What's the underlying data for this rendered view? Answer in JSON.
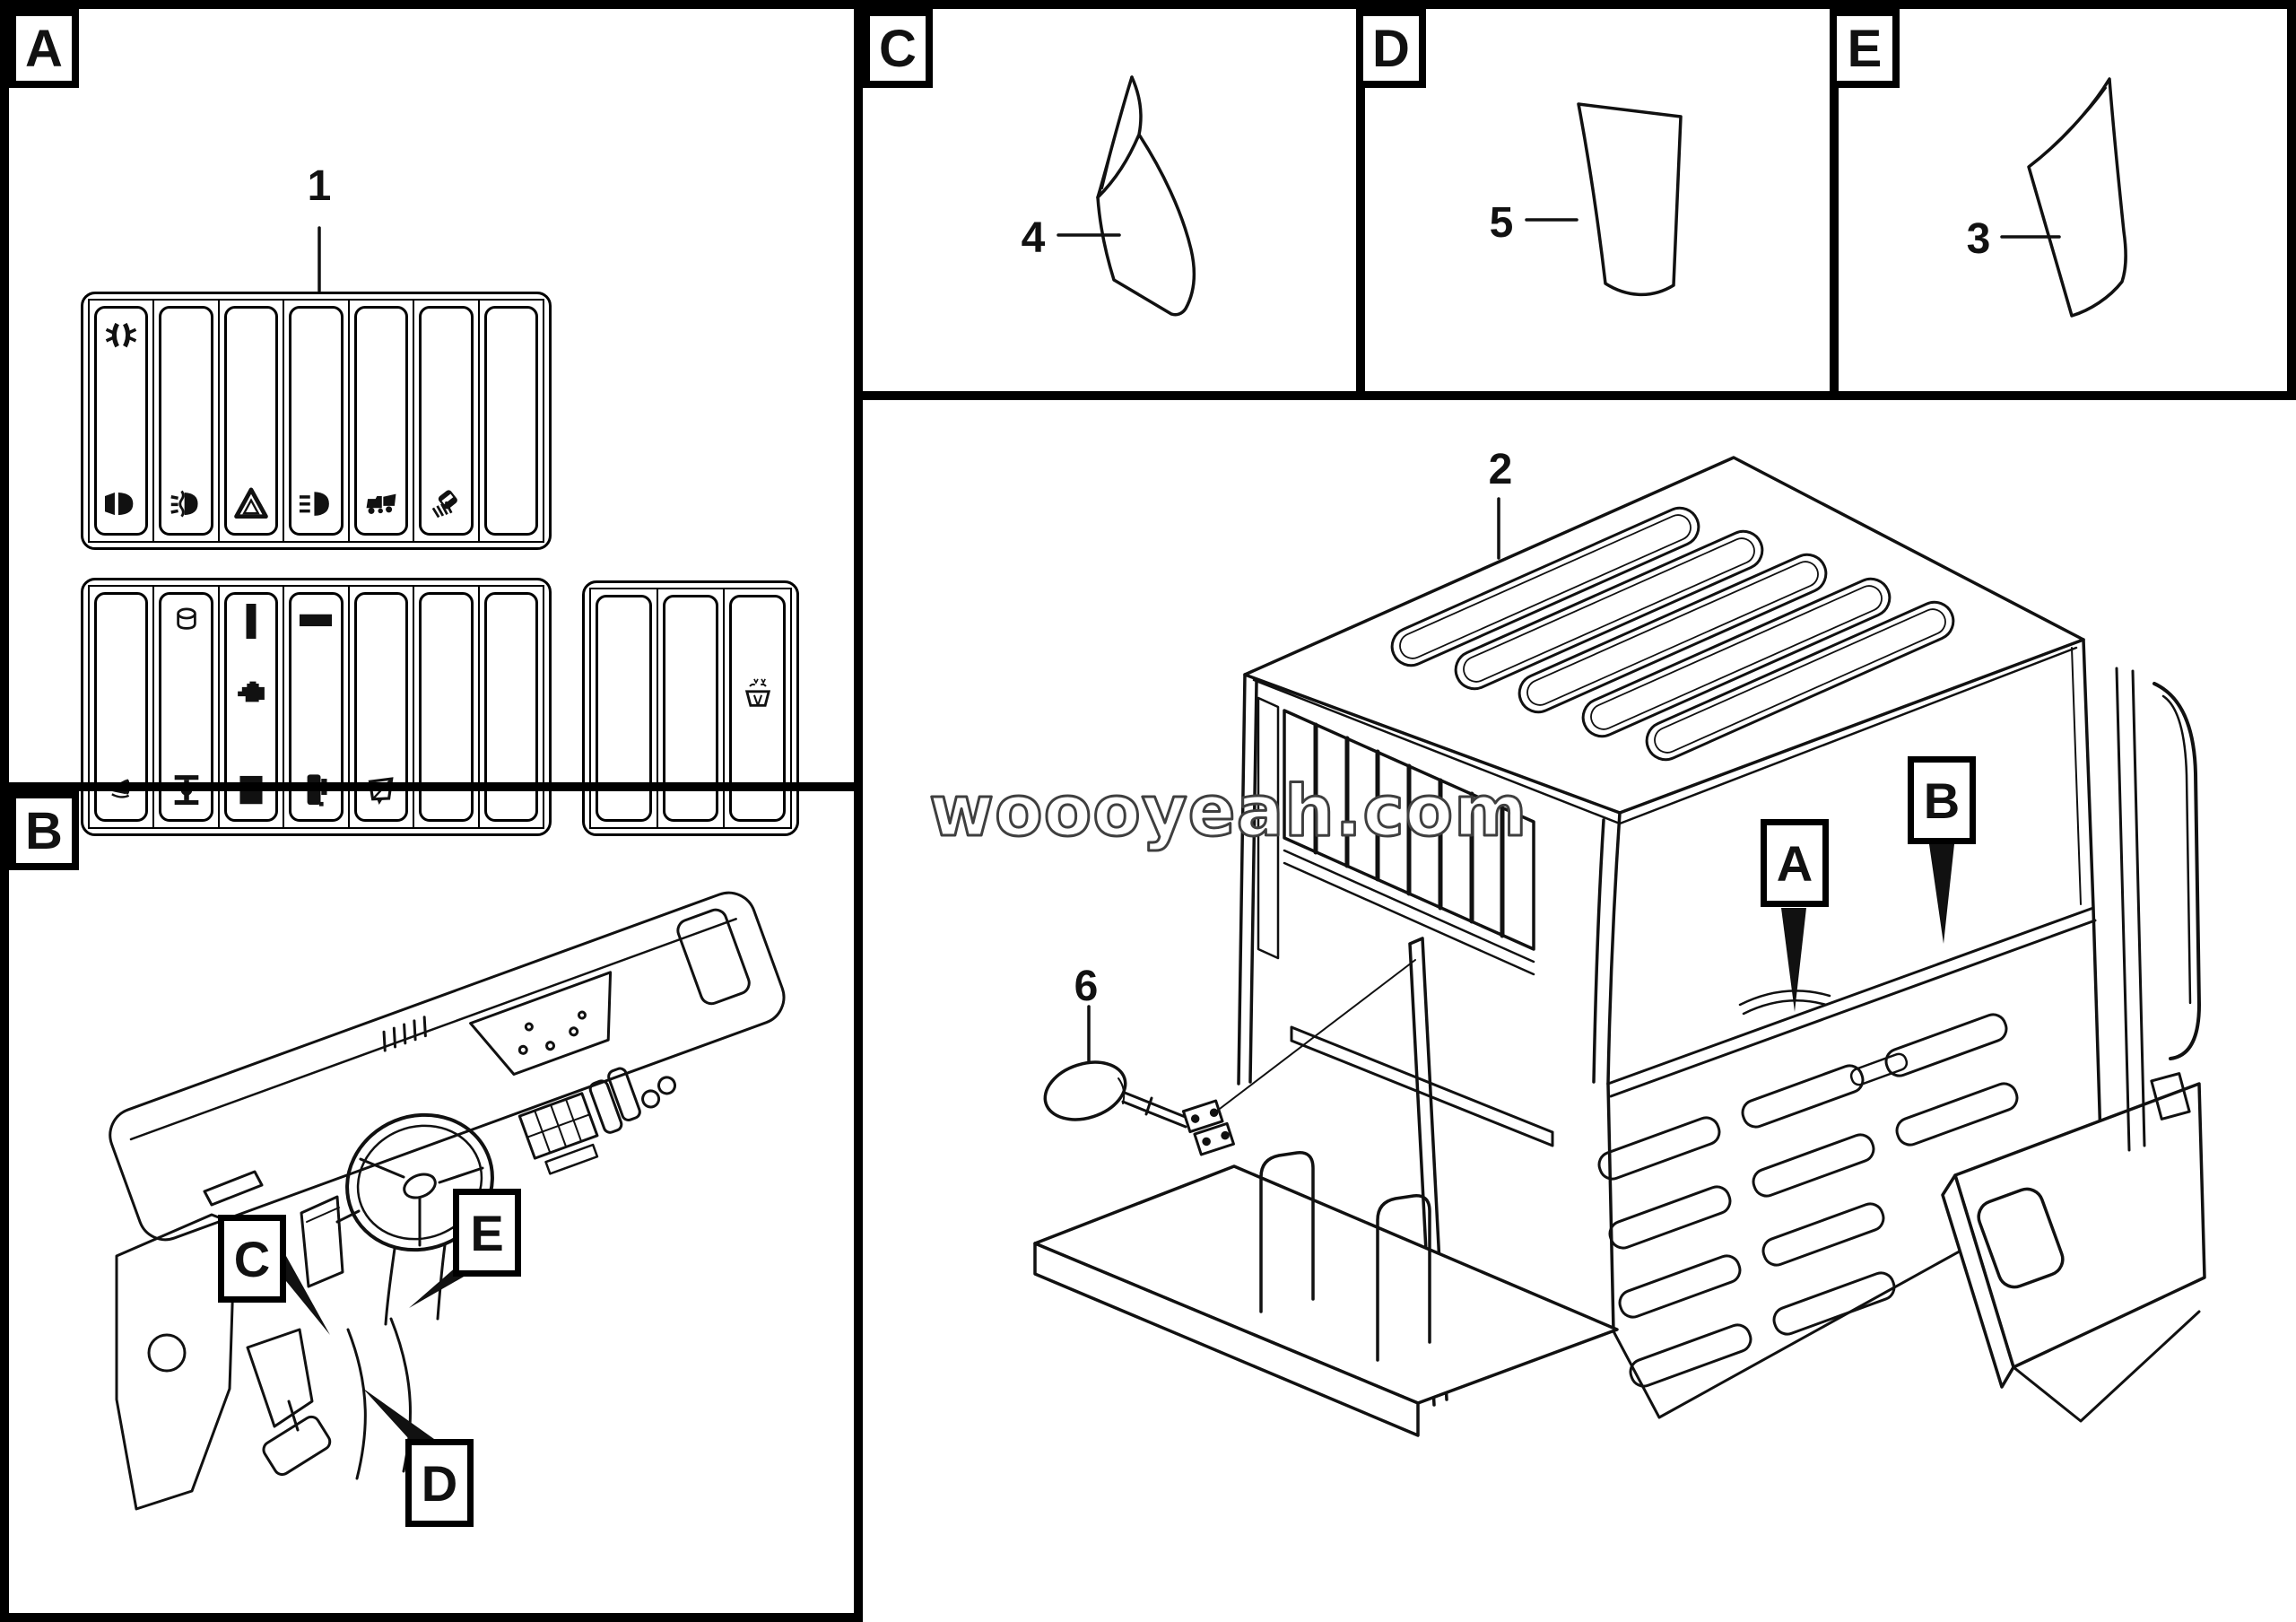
{
  "colors": {
    "ink": "#111111",
    "paper": "#ffffff",
    "watermark_outline": "#3f3f3f"
  },
  "watermark": "woooyeah.com",
  "corner_labels": {
    "a": "A",
    "b": "B",
    "c": "C",
    "d": "D",
    "e": "E"
  },
  "callouts": {
    "a": "A",
    "b": "B",
    "c": "C",
    "d": "D",
    "e": "E"
  },
  "part_numbers": {
    "switch_panel": "1",
    "cab": "2",
    "decal_e": "3",
    "decal_c": "4",
    "decal_d": "5",
    "mirror": "6"
  },
  "switch_panel": {
    "row1": [
      [
        "position-lights",
        "low-beam"
      ],
      [
        "fog-light"
      ],
      [
        "hazard"
      ],
      [
        "main-beam"
      ],
      [
        "dump-truck"
      ],
      [
        "work-lamp"
      ],
      []
    ],
    "row2": [
      [
        "horn"
      ],
      [
        "lighter",
        "diff-lock"
      ],
      [
        "stripe-v",
        "engine",
        "block"
      ],
      [
        "stripe-h",
        "heater"
      ],
      [
        "vent-window"
      ],
      [],
      []
    ],
    "aux": [
      [],
      [],
      [
        "washer"
      ]
    ]
  }
}
